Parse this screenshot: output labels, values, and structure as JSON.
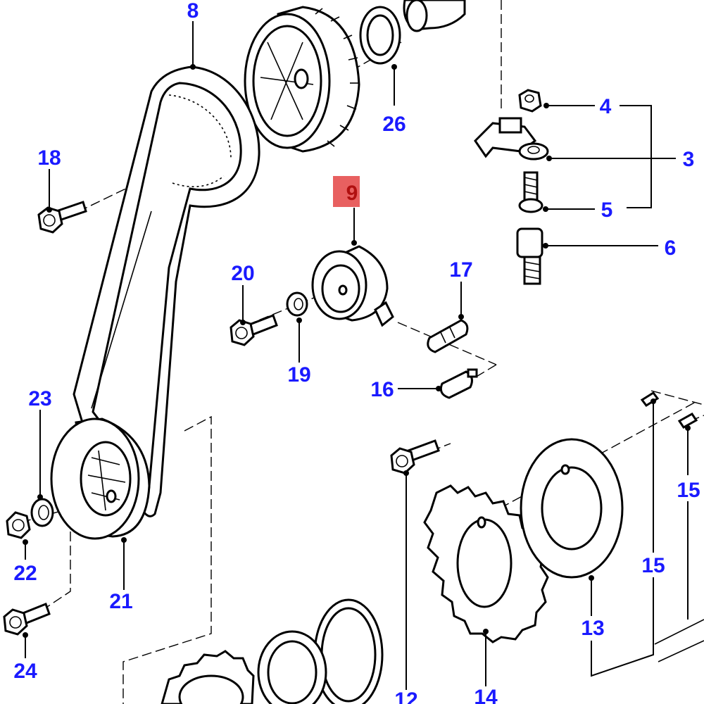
{
  "diagram": {
    "label_color": "#1a1aff",
    "highlight_color": "#e86060",
    "highlighted_label": "9",
    "callouts": [
      {
        "id": "c8",
        "text": "8"
      },
      {
        "id": "c26",
        "text": "26"
      },
      {
        "id": "c4",
        "text": "4"
      },
      {
        "id": "c3",
        "text": "3"
      },
      {
        "id": "c5",
        "text": "5"
      },
      {
        "id": "c6",
        "text": "6"
      },
      {
        "id": "c18",
        "text": "18"
      },
      {
        "id": "c9",
        "text": "9"
      },
      {
        "id": "c20",
        "text": "20"
      },
      {
        "id": "c17",
        "text": "17"
      },
      {
        "id": "c19",
        "text": "19"
      },
      {
        "id": "c16",
        "text": "16"
      },
      {
        "id": "c23",
        "text": "23"
      },
      {
        "id": "c22",
        "text": "22"
      },
      {
        "id": "c21",
        "text": "21"
      },
      {
        "id": "c24",
        "text": "24"
      },
      {
        "id": "c12",
        "text": "12"
      },
      {
        "id": "c14",
        "text": "14"
      },
      {
        "id": "c13",
        "text": "13"
      },
      {
        "id": "c15a",
        "text": "15"
      },
      {
        "id": "c15b",
        "text": "15"
      }
    ]
  }
}
